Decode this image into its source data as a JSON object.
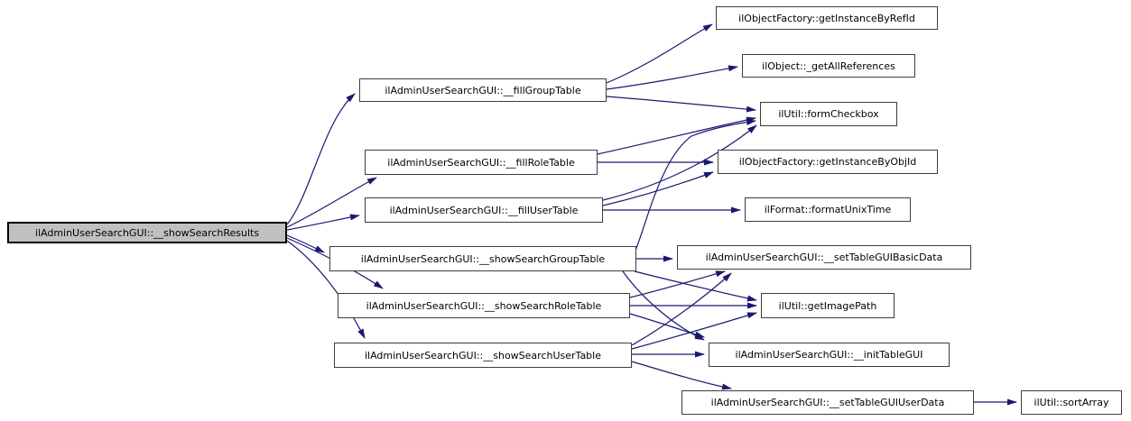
{
  "diagram": {
    "type": "call-graph",
    "background_color": "#ffffff",
    "edge_color": "#191970",
    "node_border_color": "#3d3d3d",
    "highlight_node_fill": "#c0c0c0",
    "nodes": {
      "showSearchResults": {
        "label": "ilAdminUserSearchGUI::__showSearchResults",
        "highlighted": true
      },
      "fillGroupTable": {
        "label": "ilAdminUserSearchGUI::__fillGroupTable",
        "highlighted": false
      },
      "fillRoleTable": {
        "label": "ilAdminUserSearchGUI::__fillRoleTable",
        "highlighted": false
      },
      "fillUserTable": {
        "label": "ilAdminUserSearchGUI::__fillUserTable",
        "highlighted": false
      },
      "showSearchGroupTable": {
        "label": "ilAdminUserSearchGUI::__showSearchGroupTable",
        "highlighted": false
      },
      "showSearchRoleTable": {
        "label": "ilAdminUserSearchGUI::__showSearchRoleTable",
        "highlighted": false
      },
      "showSearchUserTable": {
        "label": "ilAdminUserSearchGUI::__showSearchUserTable",
        "highlighted": false
      },
      "getInstanceByRefId": {
        "label": "ilObjectFactory::getInstanceByRefId",
        "highlighted": false
      },
      "getAllReferences": {
        "label": "ilObject::_getAllReferences",
        "highlighted": false
      },
      "formCheckbox": {
        "label": "ilUtil::formCheckbox",
        "highlighted": false
      },
      "getInstanceByObjId": {
        "label": "ilObjectFactory::getInstanceByObjId",
        "highlighted": false
      },
      "formatUnixTime": {
        "label": "ilFormat::formatUnixTime",
        "highlighted": false
      },
      "setTableGUIBasicData": {
        "label": "ilAdminUserSearchGUI::__setTableGUIBasicData",
        "highlighted": false
      },
      "getImagePath": {
        "label": "ilUtil::getImagePath",
        "highlighted": false
      },
      "initTableGUI": {
        "label": "ilAdminUserSearchGUI::__initTableGUI",
        "highlighted": false
      },
      "setTableGUIUserData": {
        "label": "ilAdminUserSearchGUI::__setTableGUIUserData",
        "highlighted": false
      },
      "sortArray": {
        "label": "ilUtil::sortArray",
        "highlighted": false
      }
    },
    "edges": [
      {
        "from": "showSearchResults",
        "to": "fillGroupTable"
      },
      {
        "from": "showSearchResults",
        "to": "fillRoleTable"
      },
      {
        "from": "showSearchResults",
        "to": "fillUserTable"
      },
      {
        "from": "showSearchResults",
        "to": "showSearchGroupTable"
      },
      {
        "from": "showSearchResults",
        "to": "showSearchRoleTable"
      },
      {
        "from": "showSearchResults",
        "to": "showSearchUserTable"
      },
      {
        "from": "fillGroupTable",
        "to": "getInstanceByRefId"
      },
      {
        "from": "fillGroupTable",
        "to": "getAllReferences"
      },
      {
        "from": "fillGroupTable",
        "to": "formCheckbox"
      },
      {
        "from": "fillRoleTable",
        "to": "formCheckbox"
      },
      {
        "from": "fillRoleTable",
        "to": "getInstanceByObjId"
      },
      {
        "from": "fillUserTable",
        "to": "formCheckbox"
      },
      {
        "from": "fillUserTable",
        "to": "getInstanceByObjId"
      },
      {
        "from": "fillUserTable",
        "to": "formatUnixTime"
      },
      {
        "from": "showSearchGroupTable",
        "to": "setTableGUIBasicData"
      },
      {
        "from": "showSearchGroupTable",
        "to": "formCheckbox"
      },
      {
        "from": "showSearchGroupTable",
        "to": "getImagePath"
      },
      {
        "from": "showSearchGroupTable",
        "to": "initTableGUI"
      },
      {
        "from": "showSearchRoleTable",
        "to": "setTableGUIBasicData"
      },
      {
        "from": "showSearchRoleTable",
        "to": "getImagePath"
      },
      {
        "from": "showSearchRoleTable",
        "to": "initTableGUI"
      },
      {
        "from": "showSearchUserTable",
        "to": "setTableGUIBasicData"
      },
      {
        "from": "showSearchUserTable",
        "to": "getImagePath"
      },
      {
        "from": "showSearchUserTable",
        "to": "initTableGUI"
      },
      {
        "from": "showSearchUserTable",
        "to": "setTableGUIUserData"
      },
      {
        "from": "setTableGUIUserData",
        "to": "sortArray"
      }
    ]
  }
}
